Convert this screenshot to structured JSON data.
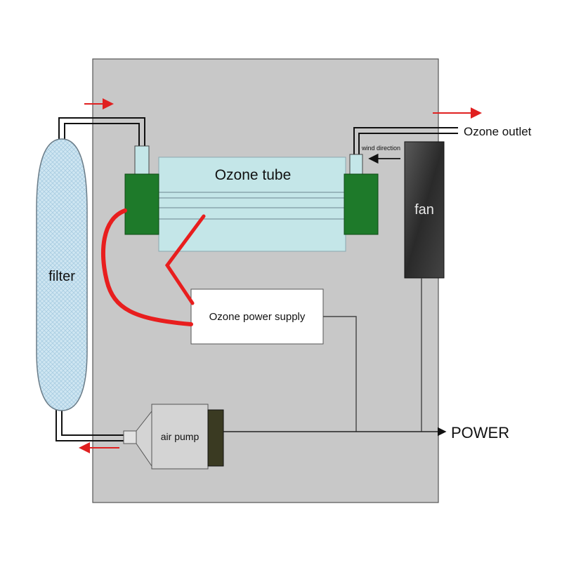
{
  "labels": {
    "filter": "filter",
    "ozone_tube": "Ozone tube",
    "fan": "fan",
    "power_supply": "Ozone power supply",
    "air_pump": "air pump",
    "ozone_outlet": "Ozone outlet",
    "wind_direction": "wind direction",
    "power": "POWER"
  },
  "colors": {
    "housing": "#c8c8c8",
    "filter_fill": "#cfe6f2",
    "tube_fill": "#c4e6e8",
    "electrode": "#1e7a2a",
    "fan_fill": "#333333",
    "pump_collar": "#3a3a22",
    "hv_wire": "#e81e1e",
    "flow_arrow": "#e02020"
  }
}
